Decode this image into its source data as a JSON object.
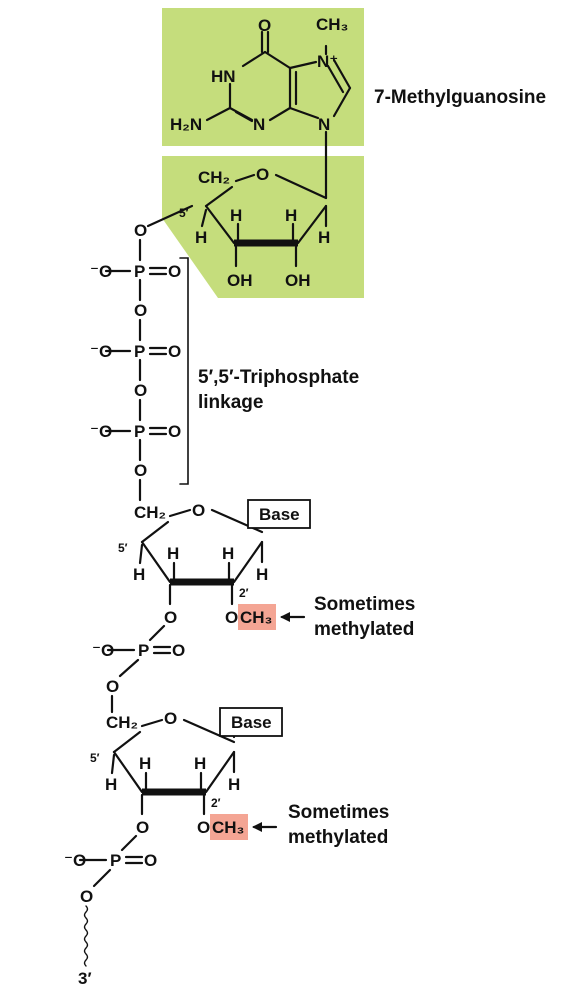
{
  "colors": {
    "cap_highlight": "#c5dd7c",
    "methyl_highlight": "#f4a594",
    "ink": "#111111"
  },
  "labels": {
    "cap": "7-Methylguanosine",
    "linkage_line1": "5′,5′-Triphosphate",
    "linkage_line2": "linkage",
    "methylated_line1": "Sometimes",
    "methylated_line2": "methylated",
    "base": "Base",
    "three_prime": "3′"
  },
  "atoms": {
    "O": "O",
    "N": "N",
    "H": "H",
    "P": "P",
    "HN": "HN",
    "H2N": "H₂N",
    "CH3": "CH₃",
    "CH2": "CH₂",
    "OH": "OH",
    "Ominus": "⁻O",
    "N_plus": "N⁺",
    "OCH3_O": "O",
    "OCH3_CH3": "CH₃"
  },
  "primes": {
    "five": "5′",
    "two": "2′"
  }
}
